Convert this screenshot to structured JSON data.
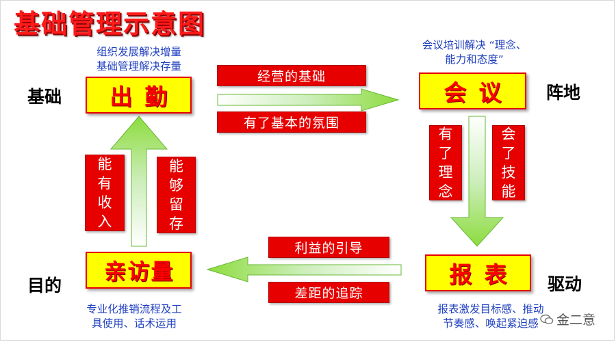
{
  "title": "基础管理示意图",
  "corners": {
    "top_left": "基础",
    "top_right": "阵地",
    "bottom_left": "目的",
    "bottom_right": "驱动"
  },
  "nodes": {
    "attendance": "出勤",
    "meeting": "会议",
    "report": "报表",
    "visits": "亲访量"
  },
  "labels": {
    "top_upper": "经营的基础",
    "top_lower": "有了基本的氛围",
    "right_left": "有了理念",
    "right_right": "会了技能",
    "bottom_upper": "利益的引导",
    "bottom_lower": "差距的追踪",
    "left_left": "能有收入",
    "left_right": "能够留存"
  },
  "notes": {
    "attendance_line1": "组织发展解决增量",
    "attendance_line2": "基础管理解决存量",
    "meeting_line1": "会议培训解决 “理念、",
    "meeting_line2": "能力和态度”",
    "visits_line1": "专业化推销流程及工",
    "visits_line2": "具使用、话术运用",
    "report_line1": "报表激发目标感、推动",
    "report_line2": "节奏感、唤起紧迫感"
  },
  "watermark": "金二意",
  "colors": {
    "title": "#ff1a1a",
    "node_fill": "#ffff00",
    "label_fill": "#e60000",
    "arrow_fill": "#99e64d",
    "note_text": "#1f3fbf"
  }
}
